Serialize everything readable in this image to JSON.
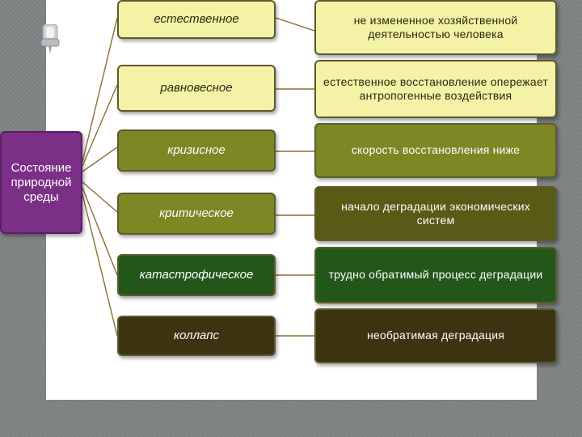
{
  "diagram": {
    "root": "Состояние природной среды",
    "rows": [
      {
        "state": "естественное",
        "description": "не измененное хозяйственной деятельностью человека"
      },
      {
        "state": "равновесное",
        "description": "естественное восстановление опережает антропогенные воздействия"
      },
      {
        "state": "кризисное",
        "description": "скорость восстановления ниже"
      },
      {
        "state": "критическое",
        "description": "начало деградации экономических систем"
      },
      {
        "state": "катастрофическое",
        "description": "трудно обратимый процесс деградации"
      },
      {
        "state": "коллапс",
        "description": "необратимая деградация"
      }
    ]
  },
  "colors": {
    "root": "#7b2f87",
    "light": "#f3f2a6",
    "olive": "#7d8724",
    "dark_olive": "#595a15",
    "dark_green": "#23571a",
    "dark_brown": "#3c3310",
    "connector": "#8a6f2f"
  }
}
